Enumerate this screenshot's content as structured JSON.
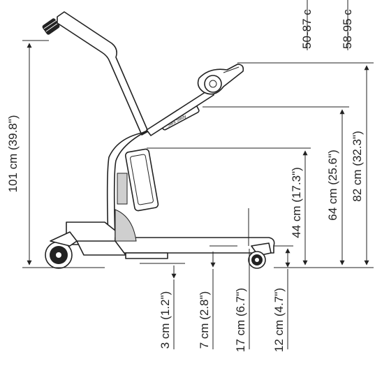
{
  "diagram": {
    "device_brand": "Sara Stedy",
    "dimensions": {
      "total_height": "101 cm (39.8\")",
      "top_label_1": "50-87 c",
      "top_label_2": "58-95 c",
      "knee_pad_height": "82 cm (32.3\")",
      "arm_support_height": "64 cm (25.6\")",
      "seat_height": "44 cm (17.3\")",
      "ground_clearance": "3 cm (1.2\")",
      "footplate_height": "7 cm (2.8\")",
      "front_height": "17 cm (6.7\")",
      "rear_height": "12 cm (4.7\")"
    }
  }
}
